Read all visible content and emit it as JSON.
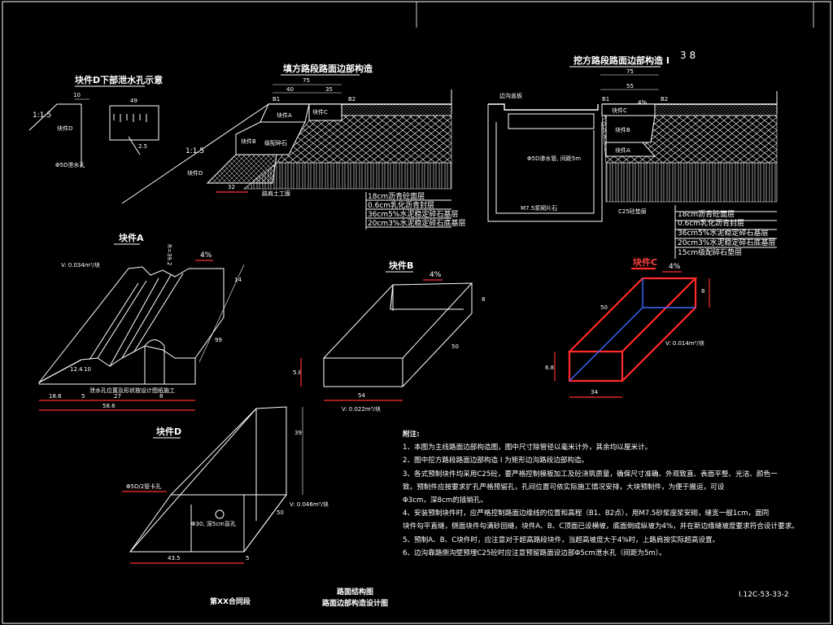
{
  "frame": {
    "border_color": "#ffffff",
    "background": "#000000"
  },
  "page_numbers": "3    8",
  "fill_section": {
    "title": "填方路段路面边部构造",
    "dims": {
      "total": "75",
      "left": "40",
      "right": "35"
    },
    "points": {
      "b1": "B1",
      "b2": "B2",
      "block_a": "块件A",
      "block_c": "块件C",
      "block_b": "块件B",
      "block_d": "块件D"
    },
    "slope": "1:1.5",
    "labels": {
      "gravel": "级配碎石",
      "soil": "路肩土工膜",
      "dim32": "32"
    },
    "layers": [
      "18cm沥青砼面层",
      "0.6cm乳化沥青封层",
      "36cm5%水泥稳定碎石基层",
      "20cm3%水泥稳定碎石底基层"
    ]
  },
  "cut_section": {
    "title": "挖方路段路面边部构造 I",
    "dims": {
      "total": "75",
      "inner": "55",
      "pct": "4%"
    },
    "points": {
      "b1": "B1",
      "b2": "B2",
      "block_c": "块件C",
      "block_b": "块件B",
      "block_a": "块件A"
    },
    "labels": {
      "drain": "边沟盖板",
      "pipe": "Φ5D渗水管, 间距5m",
      "mortar": "M7.5浆砌片石",
      "concrete": "C25砼垫层"
    },
    "layers": [
      "18cm沥青砼面层",
      "0.6cm乳化沥青封层",
      "36cm5%水泥稳定碎石基层",
      "20cm3%水泥稳定碎石底基层",
      "15cm级配碎石垫层"
    ]
  },
  "drain_detail": {
    "title": "块件D下部泄水孔示意",
    "slope": "1:1.5",
    "block": "块件D",
    "dims": {
      "d1": "10",
      "d2": "49",
      "d3": "2.5"
    },
    "pipe": "Φ5D泄水孔"
  },
  "block_a": {
    "title": "块件A",
    "radius": "R=39.2",
    "pct": "4%",
    "volume": "V: 0.034m³/块",
    "dims": {
      "a": "18.6",
      "b": "5",
      "c": "27",
      "d": "8",
      "total": "58.6",
      "h1": "14",
      "h2": "12.4",
      "h3": "10",
      "depth": "99"
    },
    "note": "泄水孔位置及形状按设计图纸施工"
  },
  "block_b": {
    "title": "块件B",
    "pct": "4%",
    "volume": "V: 0.022m³/块",
    "dims": {
      "w": "54",
      "h": "5.8",
      "len": "50",
      "th": "8"
    }
  },
  "block_c": {
    "title": "块件C",
    "pct": "4%",
    "volume": "V: 0.014m³/块",
    "dims": {
      "w": "34",
      "h": "6.8",
      "len": "50",
      "th": "8"
    },
    "color": "#ff2a2a"
  },
  "block_d": {
    "title": "块件D",
    "pipe": "Φ5D/2管卡孔",
    "hole": "Φ30, 深5cm盲孔",
    "volume": "V: 0.046m³/块",
    "dims": {
      "w": "43.5",
      "b": "5",
      "h": "39",
      "len": "50"
    }
  },
  "notes": {
    "heading": "附注:",
    "items": [
      "1、本图为主线路面边部构造图，图中尺寸除管径以毫米计外，其余均以厘米计。",
      "2、图中挖方路段路面边部构造 I 为矩形边沟路段边部构造。",
      "3、各式预制块件均采用C25砼，要严格控制模板加工及砼浇筑质量，确保尺寸准确、外观致直、表面平整、光洁、颜色一",
      "    致。预制件应按要求扩孔严格预留孔，孔间位置可依实际施工情况安排，大块预制件，为便于搬运，可设",
      "    Φ3cm，深8cm的插销孔。",
      "4、安装预制块件时，应严格控制路面边缘线的位置和高程（B1、B2点），用M7.5砂浆座浆安砌，缝宽一般1cm，面同",
      "    块件勾平直缝，侧面块件勾满砂回缝，块件A、B、C顶面已设横坡，底面倒成纵坡为4%，并在新边缘缝坡度要求符合设计要求。",
      "5、预制A、B、C块件时，应注意对于超高路段块件，当超高坡度大于4%时，上路肩按实际超高设置。",
      "6、边沟靠路侧沟壁预埋C25砼时应注意预留路面设边部Φ5cm泄水孔（间距为5m）。"
    ]
  },
  "footer": {
    "section": "第XX合同段",
    "title1": "路面结构图",
    "title2": "路面边部构造设计图",
    "code": "Ⅰ.12C-53-33-2"
  }
}
